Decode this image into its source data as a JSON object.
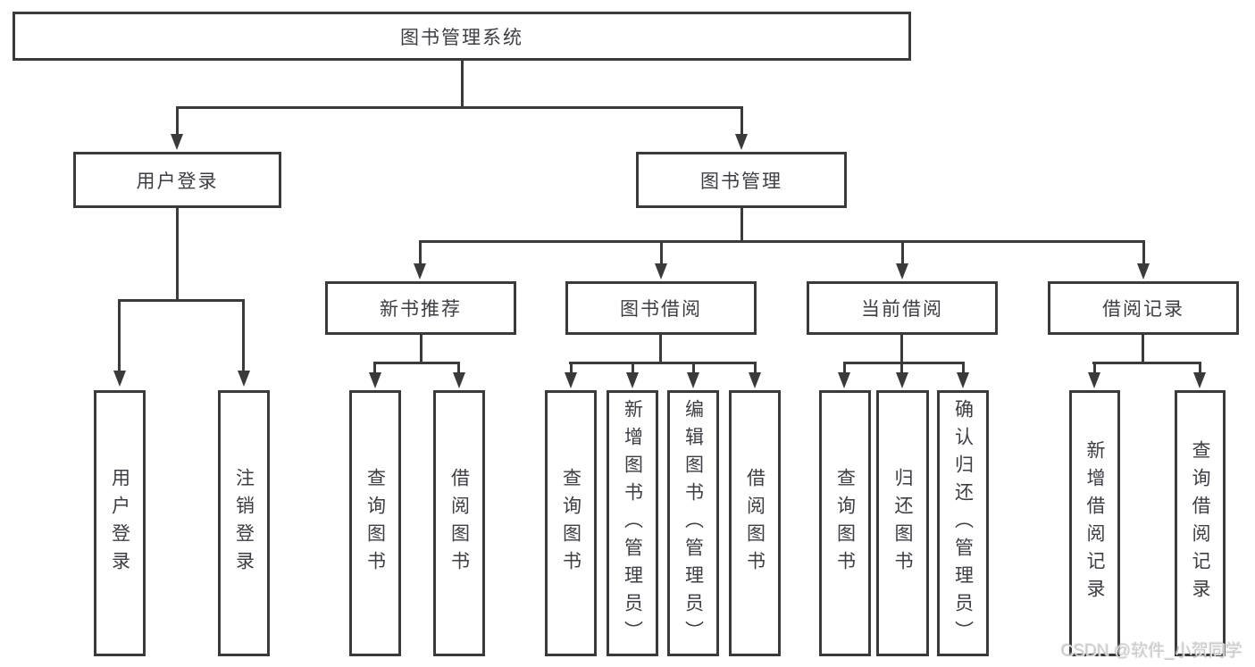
{
  "watermark": "CSDN @软件_小贺同学",
  "colors": {
    "line": "#3a3a3a",
    "text": "#3d3d44",
    "background": "#ffffff"
  },
  "tree": {
    "root": {
      "label": "图书管理系统"
    },
    "branches": [
      {
        "label": "用户登录",
        "children": [
          {
            "label": "用户登录"
          },
          {
            "label": "注销登录"
          }
        ]
      },
      {
        "label": "图书管理",
        "children": [
          {
            "label": "新书推荐",
            "children": [
              {
                "label": "查询图书"
              },
              {
                "label": "借阅图书"
              }
            ]
          },
          {
            "label": "图书借阅",
            "children": [
              {
                "label": "查询图书"
              },
              {
                "label": "新增图书（管理员）"
              },
              {
                "label": "编辑图书（管理员）"
              },
              {
                "label": "借阅图书"
              }
            ]
          },
          {
            "label": "当前借阅",
            "children": [
              {
                "label": "查询图书"
              },
              {
                "label": "归还图书"
              },
              {
                "label": "确认归还（管理员）"
              }
            ]
          },
          {
            "label": "借阅记录",
            "children": [
              {
                "label": "新增借阅记录"
              },
              {
                "label": "查询借阅记录"
              }
            ]
          }
        ]
      }
    ]
  }
}
